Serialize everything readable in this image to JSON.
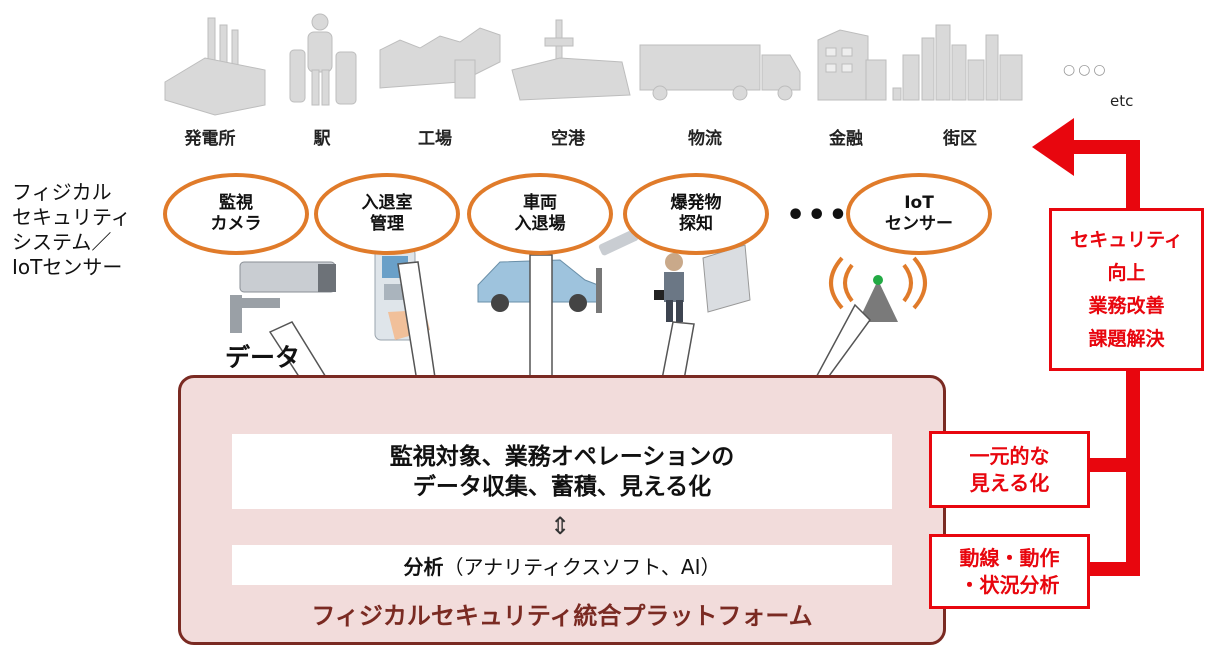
{
  "facilities": [
    {
      "label": "発電所",
      "icon": "power-plant-icon"
    },
    {
      "label": "駅",
      "icon": "station-icon"
    },
    {
      "label": "工場",
      "icon": "factory-icon"
    },
    {
      "label": "空港",
      "icon": "airport-icon"
    },
    {
      "label": "物流",
      "icon": "truck-icon"
    },
    {
      "label": "金融",
      "icon": "bank-icon"
    },
    {
      "label": "街区",
      "icon": "city-icon"
    }
  ],
  "facilities_more": "etc",
  "side_label": "フィジカル\nセキュリティ\nシステム／\nIoTセンサー",
  "systems": [
    {
      "label": "監視\nカメラ"
    },
    {
      "label": "入退室\n管理"
    },
    {
      "label": "車両\n入退場"
    },
    {
      "label": "爆発物\n探知"
    },
    {
      "label": "IoT\nセンサー"
    }
  ],
  "data_label": "データ",
  "platform": {
    "box1_text": "監視対象、業務オペレーションの\nデータ収集、蓄積、見える化",
    "box2_bold": "分析",
    "box2_rest": "（アナリティクスソフト、AI）",
    "title": "フィジカルセキュリティ統合プラットフォーム"
  },
  "outcomes": {
    "visualization": "一元的な\n見える化",
    "analysis": "動線・動作\n・状況分析",
    "improvement": "セキュリティ\n向上\n業務改善\n課題解決"
  },
  "colors": {
    "orange": "#e07b2a",
    "red": "#e8060e",
    "platform_bg": "#f2dcdb",
    "platform_border": "#7a2a22"
  }
}
